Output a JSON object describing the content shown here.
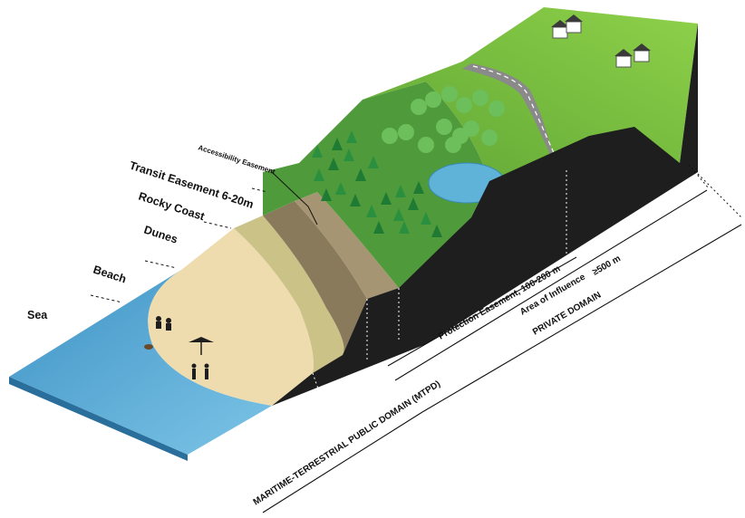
{
  "zones": {
    "sea": "Sea",
    "beach": "Beach",
    "dunes": "Dunes",
    "rocky_coast": "Rocky Coast",
    "transit_easement": "Transit Easement 6-20m",
    "accessibility_easement": "Accessibility Easement"
  },
  "dimensions": {
    "protection_easement": "Protection Easement, 100-200 m",
    "area_of_influence": "Area of Influence",
    "area_of_influence_value": "≥500 m",
    "private_domain": "PRIVATE DOMAIN",
    "mtpd": "MARITIME-TERRESTRIAL PUBLIC DOMAIN (MTPD)"
  },
  "colors": {
    "sea": "#5aaed8",
    "sand": "#efdcae",
    "dunes": "#c8c08a",
    "rocky": "#8a7a5c",
    "grass": "#8cc63f",
    "forest": "#2f8a3a",
    "front_face": "#1e1e1e",
    "pond": "#5fb2d8",
    "road": "#8a8a8a"
  }
}
